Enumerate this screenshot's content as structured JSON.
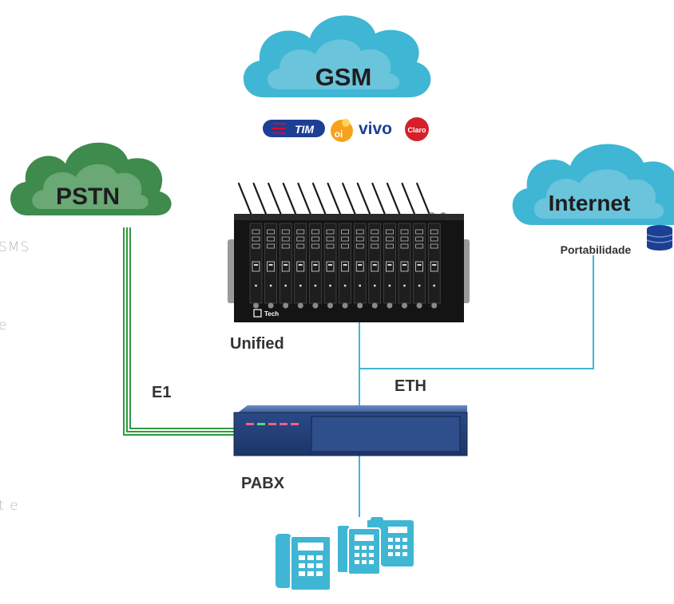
{
  "clouds": {
    "gsm": {
      "label": "GSM",
      "color": "#3fb6d4"
    },
    "pstn": {
      "label": "PSTN",
      "color": "#3f8a4d"
    },
    "internet": {
      "label": "Internet",
      "sublabel": "Portabilidade",
      "color": "#3fb6d4"
    }
  },
  "carriers": [
    {
      "name": "TIM",
      "color": "#1c3f94"
    },
    {
      "name": "oi",
      "color": "#f7a21b"
    },
    {
      "name": "vivo",
      "color": "#1c3f94"
    },
    {
      "name": "Claro",
      "color": "#d5202a"
    }
  ],
  "device": {
    "label": "Unified",
    "brand": "Tech",
    "slots": 13
  },
  "links": {
    "e1": "E1",
    "eth": "ETH"
  },
  "pabx": {
    "label": "PABX"
  },
  "cut_text": [
    "SMS",
    "e",
    "t e"
  ],
  "colors": {
    "e1_line": "#2e9a3e",
    "eth_line": "#3fb6d4",
    "label": "#333333"
  }
}
